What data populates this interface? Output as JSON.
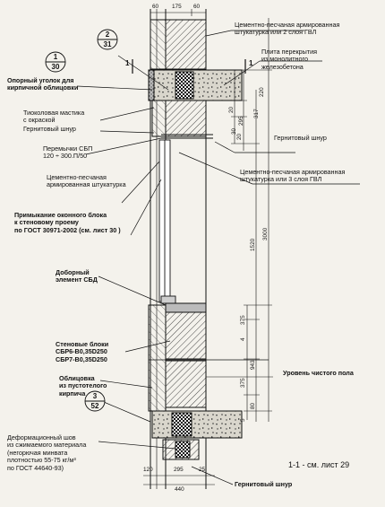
{
  "top_dims": [
    "60",
    "175",
    "60"
  ],
  "bottom_dims": [
    "120",
    "295",
    "25",
    "440"
  ],
  "right_dims": [
    "220",
    "20",
    "317",
    "295",
    "30",
    "20",
    "1520",
    "3000",
    "375",
    "4",
    "943",
    "375",
    "80",
    "5"
  ],
  "callouts": [
    {
      "top": "2",
      "bottom": "31"
    },
    {
      "top": "1",
      "bottom": "30"
    },
    {
      "top": "3",
      "bottom": "52"
    }
  ],
  "section_marks": [
    "1",
    "1"
  ],
  "labels": {
    "plaster_top": [
      "Цементно-песчаная армированная",
      "штукатурка или 2 слоя ГВЛ"
    ],
    "slab": [
      "Плита перекрытия",
      "из монолитного",
      "железобетона"
    ],
    "angle": [
      "Опорный уголок для",
      "кирпичной облицовки"
    ],
    "mastic": [
      "Тиоколовая мастика",
      "с окраской"
    ],
    "gernit_left": "Гернитовый шнур",
    "gernit_right": "Гернитовый шнур",
    "lintel": [
      "Перемычки СБП",
      "120 ÷ 300.П/50"
    ],
    "plaster_mid_left": [
      "Цементно-песчаная",
      "армированная штукатурка"
    ],
    "plaster_mid_right": [
      "Цементно-песчаная армированная",
      "штукатурка или 3 слоя ГВЛ"
    ],
    "window": [
      "Примыкание оконного блока",
      "к стеновому проему",
      "по ГОСТ 30971-2002 (см. лист 30 )"
    ],
    "dobor": [
      "Доборный",
      "элемент СБД"
    ],
    "blocks": [
      "Стеновые блоки",
      "СБР6-В0,35D250",
      "СБР7-В0,35D250"
    ],
    "cladding": [
      "Облицовка",
      "из пустотелого",
      "кирпича"
    ],
    "floor_level": "Уровень чистого пола",
    "joint": [
      "Деформационный шов",
      "из сжимаемого материала",
      "(негорючая минвата",
      "плотностью 55-75 кг/м³",
      "по ГОСТ 44640-93)"
    ],
    "gernit_bottom": "Гернитовый шнур",
    "section_ref": "1-1 - см. лист 29"
  }
}
